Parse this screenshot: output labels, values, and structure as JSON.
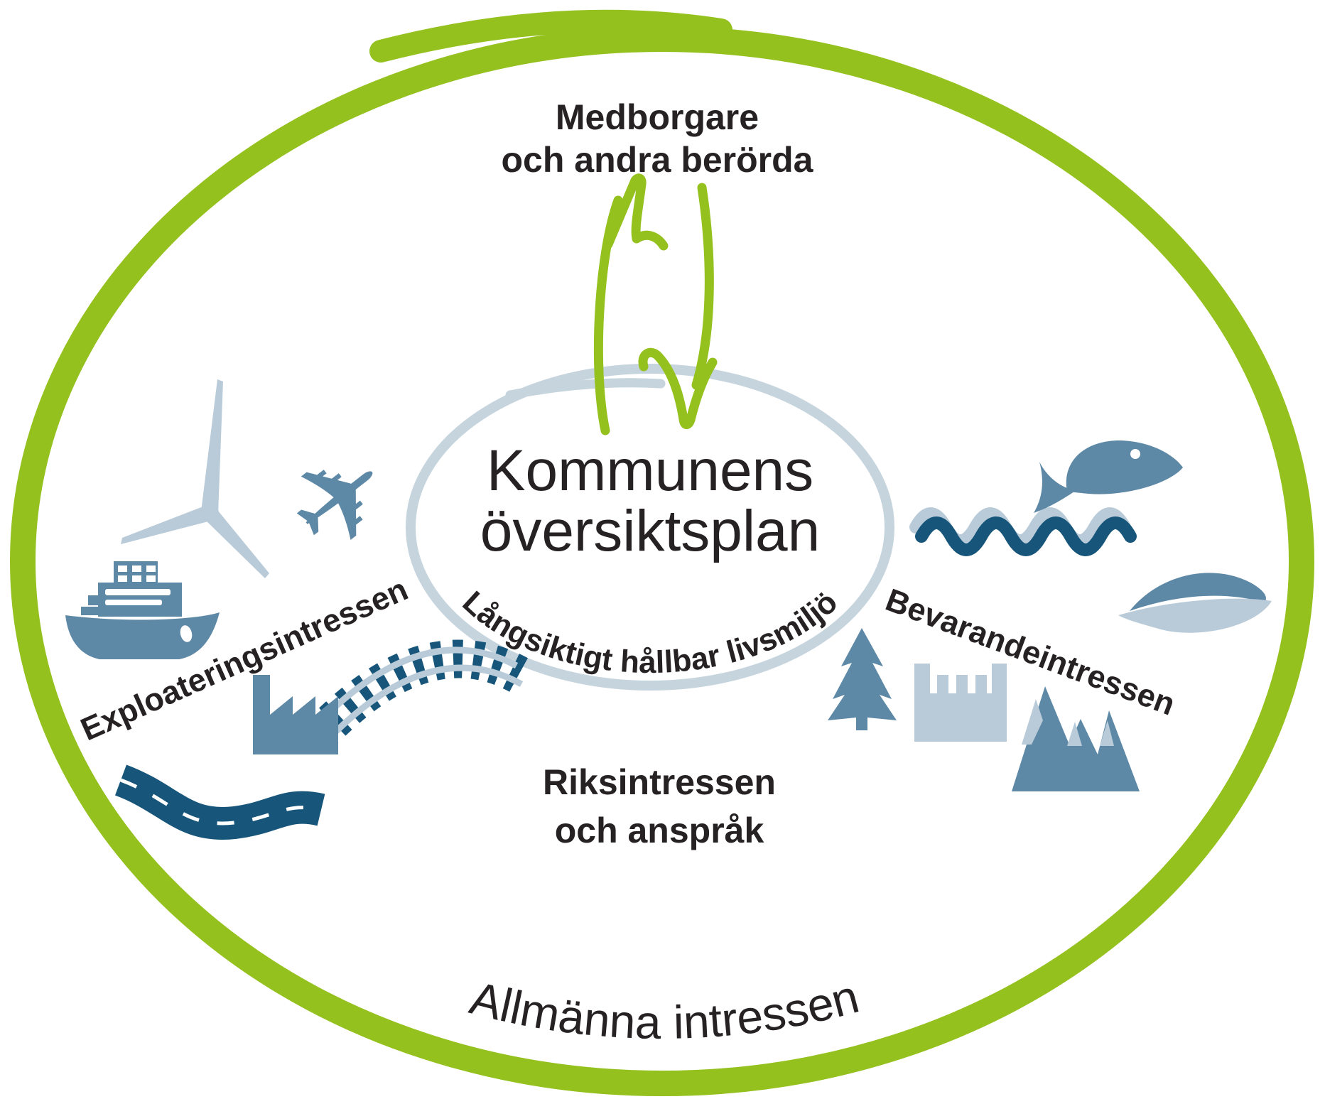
{
  "colors": {
    "green": "#95c11f",
    "text_dark": "#262224",
    "blue_medium": "#5e89a6",
    "blue_light": "#b9cbd8",
    "blue_dark": "#17567a",
    "ellipse_stroke": "#c6d4de",
    "white": "#ffffff"
  },
  "labels": {
    "top": {
      "line1": "Medborgare",
      "line2": "och andra berörda"
    },
    "center": {
      "line1": "Kommunens",
      "line2": "översiktsplan"
    },
    "center_arc": "Långsiktigt hållbar livsmiljö",
    "left": "Exploateringsintressen",
    "right": "Bevarandeintressen",
    "bottom": {
      "line1": "Riksintressen",
      "line2": "och anspråk"
    },
    "outer_arc": "Allmänna intressen"
  },
  "glyphs": {
    "airplane": "✈"
  },
  "icons": {
    "exploitation_group": [
      "wind-turbine",
      "airplane",
      "ship",
      "railway",
      "factory",
      "road"
    ],
    "conservation_group": [
      "fish",
      "waves",
      "leaf",
      "spruce-tree",
      "castle-wall",
      "mountains"
    ]
  }
}
